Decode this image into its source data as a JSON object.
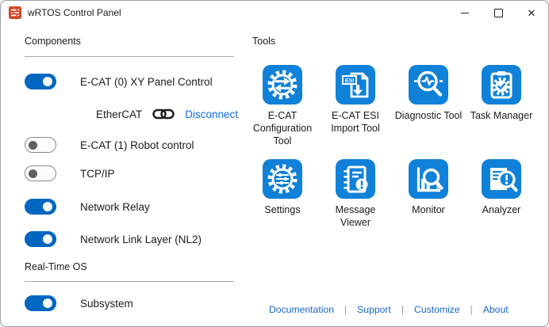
{
  "window": {
    "title": "wRTOS Control Panel",
    "close_glyph": "✕"
  },
  "components": {
    "heading": "Components",
    "toggles": [
      {
        "label": "E-CAT (0) XY Panel Control",
        "state": "on"
      },
      {
        "label": "E-CAT (1) Robot control",
        "state": "off"
      },
      {
        "label": "TCP/IP",
        "state": "off"
      },
      {
        "label": "Network Relay",
        "state": "on"
      },
      {
        "label": "Network Link Layer (NL2)",
        "state": "on"
      }
    ],
    "connection": {
      "label": "EtherCAT",
      "icon": "link-chain-icon",
      "action_label": "Disconnect"
    }
  },
  "realtime_os": {
    "heading": "Real-Time OS",
    "toggles": [
      {
        "label": "Subsystem",
        "state": "on"
      }
    ]
  },
  "tools": {
    "heading": "Tools",
    "esi_badge": "ESI",
    "items": [
      {
        "label": "E-CAT Configuration Tool",
        "icon": "ecat-configuration-icon"
      },
      {
        "label": "E-CAT ESI Import Tool",
        "icon": "esi-import-icon"
      },
      {
        "label": "Diagnostic Tool",
        "icon": "diagnostic-icon"
      },
      {
        "label": "Task Manager",
        "icon": "task-manager-icon"
      },
      {
        "label": "Settings",
        "icon": "settings-gear-icon"
      },
      {
        "label": "Message Viewer",
        "icon": "message-viewer-icon"
      },
      {
        "label": "Monitor",
        "icon": "monitor-icon"
      },
      {
        "label": "Analyzer",
        "icon": "analyzer-icon"
      }
    ]
  },
  "footer": {
    "separator": "|",
    "links": [
      "Documentation",
      "Support",
      "Customize",
      "About"
    ]
  },
  "colors": {
    "toggle_on_blue": "#0067c0",
    "tool_icon_blue": "#1081d8",
    "action_link_blue": "#0f6cda",
    "footer_link_blue": "#1a66c8",
    "app_icon_red": "#cf4a28"
  }
}
